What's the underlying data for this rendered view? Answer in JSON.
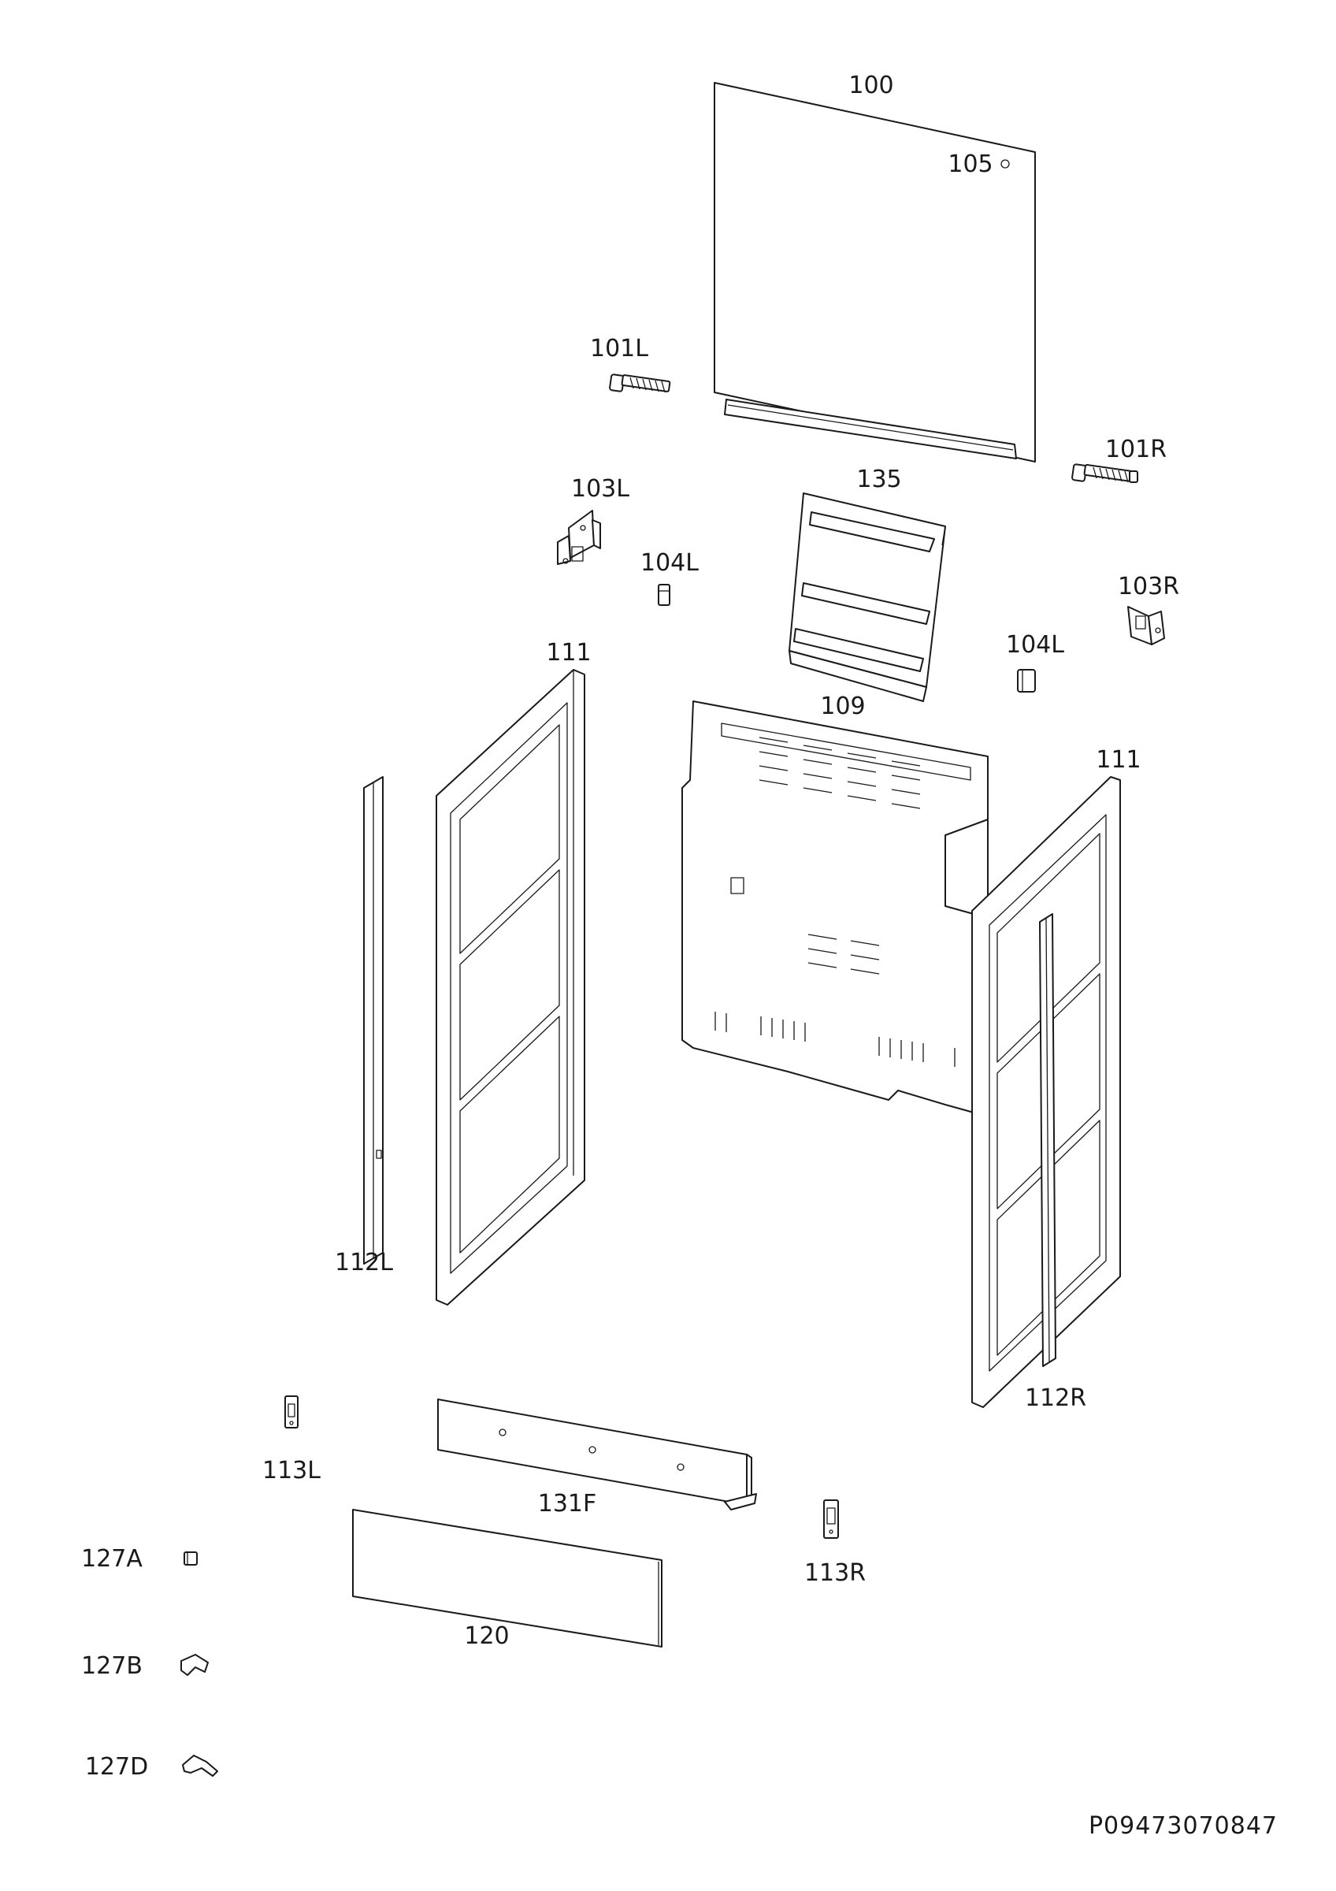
{
  "parts": [
    {
      "id": "p100",
      "label": "100"
    },
    {
      "id": "p105",
      "label": "105"
    },
    {
      "id": "p101L",
      "label": "101L"
    },
    {
      "id": "p101R",
      "label": "101R"
    },
    {
      "id": "p103L",
      "label": "103L"
    },
    {
      "id": "p135",
      "label": "135"
    },
    {
      "id": "p104L_a",
      "label": "104L"
    },
    {
      "id": "p103R",
      "label": "103R"
    },
    {
      "id": "p104L_b",
      "label": "104L"
    },
    {
      "id": "p111_left",
      "label": "111"
    },
    {
      "id": "p109",
      "label": "109"
    },
    {
      "id": "p111_right",
      "label": "111"
    },
    {
      "id": "p112L",
      "label": "112L"
    },
    {
      "id": "p112R",
      "label": "112R"
    },
    {
      "id": "p113L",
      "label": "113L"
    },
    {
      "id": "p131F",
      "label": "131F"
    },
    {
      "id": "p113R",
      "label": "113R"
    },
    {
      "id": "p127A",
      "label": "127A"
    },
    {
      "id": "p120",
      "label": "120"
    },
    {
      "id": "p127B",
      "label": "127B"
    },
    {
      "id": "p127D",
      "label": "127D"
    }
  ],
  "drawing_number": "P09473070847"
}
